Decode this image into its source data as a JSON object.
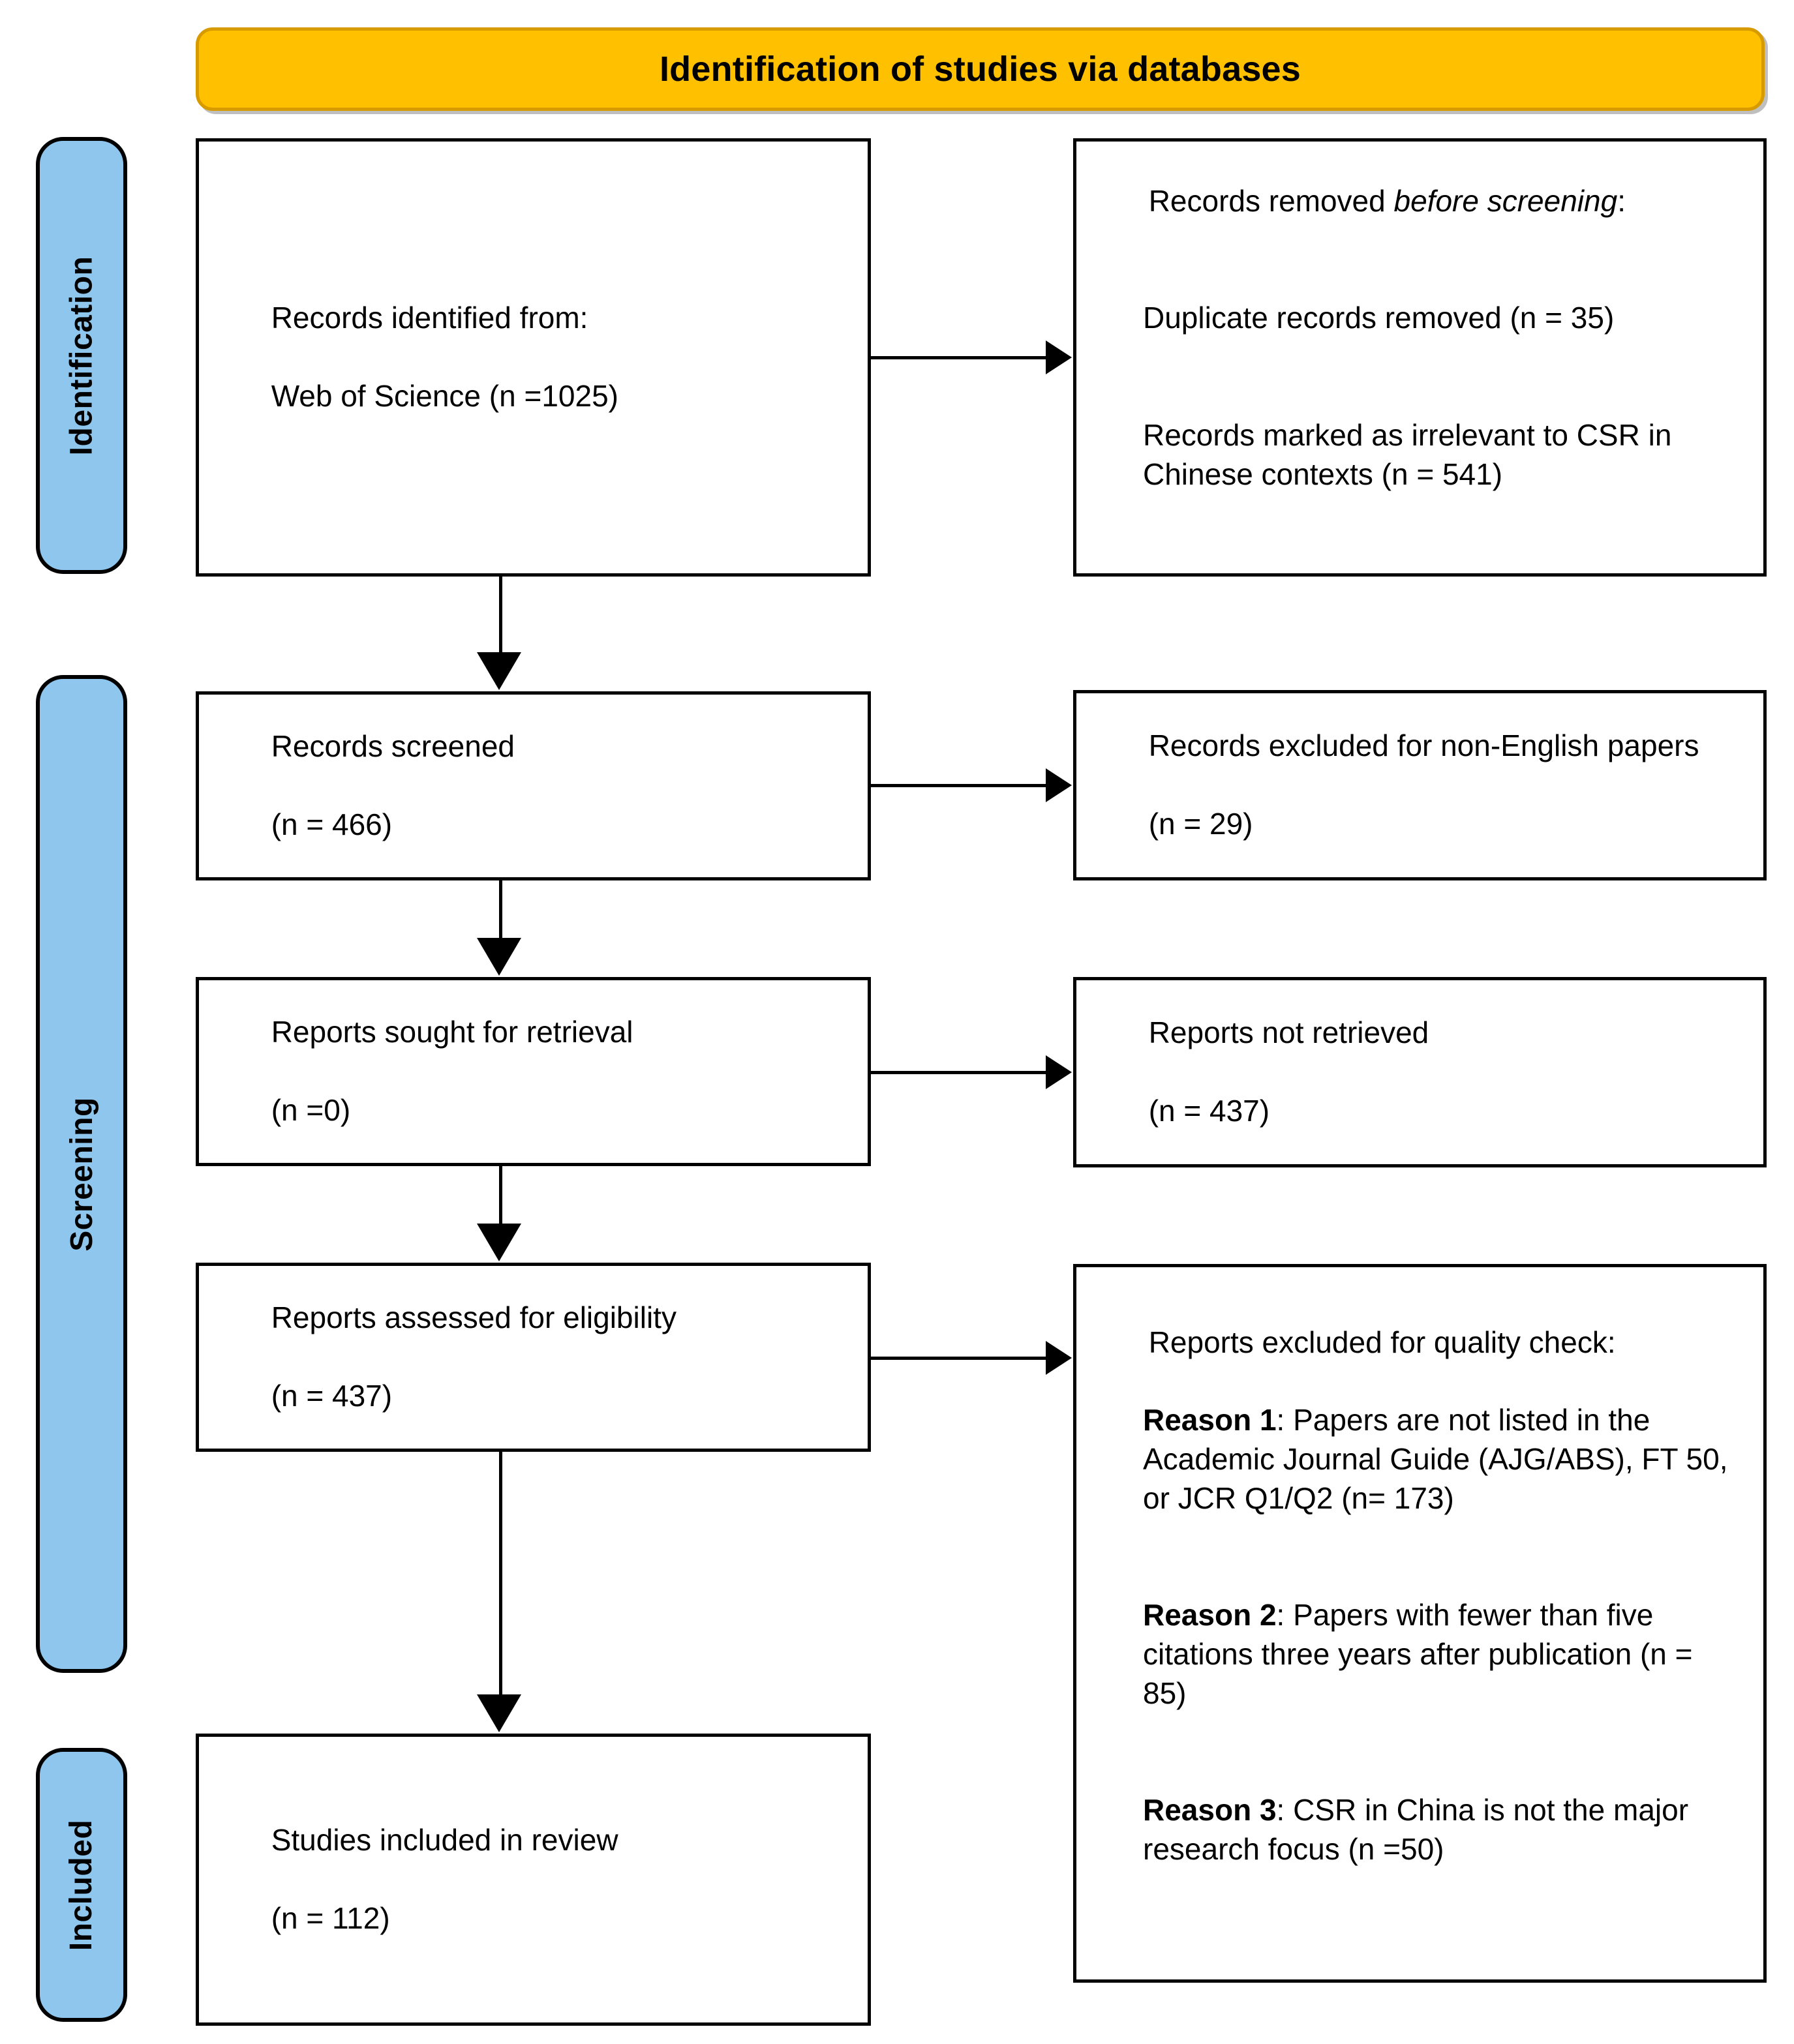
{
  "banner": {
    "title": "Identification of studies via databases",
    "background_color": "#FFC000",
    "border_color": "#D79B00"
  },
  "stages": {
    "color": "#8FC6EE",
    "identification": "Identification",
    "screening": "Screening",
    "included": "Included"
  },
  "boxes": {
    "identified": {
      "line1": "Records identified from:",
      "line2": "Web of Science (n =1025)"
    },
    "removed": {
      "lead_plain": "Records removed ",
      "lead_italic": "before screening",
      "lead_colon": ":",
      "item1": "Duplicate records removed (n = 35)",
      "item2": "Records marked as irrelevant to CSR in Chinese contexts (n = 541)"
    },
    "screened": {
      "line1": "Records screened",
      "line2": "(n = 466)"
    },
    "excluded_non_english": {
      "line1": "Records excluded for non-English papers",
      "line2": "(n = 29)"
    },
    "sought": {
      "line1": "Reports sought for retrieval",
      "line2": "(n =0)"
    },
    "not_retrieved": {
      "line1": "Reports not retrieved",
      "line2": "(n = 437)"
    },
    "assessed": {
      "line1": "Reports assessed for eligibility",
      "line2": "(n = 437)"
    },
    "quality_excluded": {
      "heading": "Reports excluded for quality check:",
      "reason1_label": "Reason 1",
      "reason1_text": ": Papers are not listed in the Academic Journal Guide (AJG/ABS), FT 50, or JCR Q1/Q2 (n= 173)",
      "reason2_label": "Reason 2",
      "reason2_text": ": Papers with fewer than five citations three years after publication (n = 85)",
      "reason3_label": "Reason 3",
      "reason3_text": ": CSR in China is not the major research focus (n =50)"
    },
    "included": {
      "line1": "Studies included in review",
      "line2": "(n = 112)"
    }
  },
  "chart_data": {
    "type": "diagram",
    "diagram_type": "PRISMA flow diagram",
    "title": "Identification of studies via databases",
    "stages": [
      "Identification",
      "Screening",
      "Included"
    ],
    "nodes": [
      {
        "id": "identified",
        "stage": "Identification",
        "label": "Records identified from: Web of Science",
        "n": 1025
      },
      {
        "id": "removed",
        "stage": "Identification",
        "label": "Records removed before screening",
        "items": [
          {
            "label": "Duplicate records removed",
            "n": 35
          },
          {
            "label": "Records marked as irrelevant to CSR in Chinese contexts",
            "n": 541
          }
        ]
      },
      {
        "id": "screened",
        "stage": "Screening",
        "label": "Records screened",
        "n": 466
      },
      {
        "id": "excluded_non_english",
        "stage": "Screening",
        "label": "Records excluded for non-English papers",
        "n": 29
      },
      {
        "id": "sought",
        "stage": "Screening",
        "label": "Reports sought for retrieval",
        "n": 0
      },
      {
        "id": "not_retrieved",
        "stage": "Screening",
        "label": "Reports not retrieved",
        "n": 437
      },
      {
        "id": "assessed",
        "stage": "Screening",
        "label": "Reports assessed for eligibility",
        "n": 437
      },
      {
        "id": "quality_excluded",
        "stage": "Screening",
        "label": "Reports excluded for quality check",
        "items": [
          {
            "label": "Reason 1: Papers are not listed in the Academic Journal Guide (AJG/ABS), FT 50, or JCR Q1/Q2",
            "n": 173
          },
          {
            "label": "Reason 2: Papers with fewer than five citations three years after publication",
            "n": 85
          },
          {
            "label": "Reason 3: CSR in China is not the major research focus",
            "n": 50
          }
        ]
      },
      {
        "id": "included",
        "stage": "Included",
        "label": "Studies included in review",
        "n": 112
      }
    ],
    "edges": [
      {
        "from": "identified",
        "to": "removed",
        "direction": "right"
      },
      {
        "from": "identified",
        "to": "screened",
        "direction": "down"
      },
      {
        "from": "screened",
        "to": "excluded_non_english",
        "direction": "right"
      },
      {
        "from": "screened",
        "to": "sought",
        "direction": "down"
      },
      {
        "from": "sought",
        "to": "not_retrieved",
        "direction": "right"
      },
      {
        "from": "sought",
        "to": "assessed",
        "direction": "down"
      },
      {
        "from": "assessed",
        "to": "quality_excluded",
        "direction": "right"
      },
      {
        "from": "assessed",
        "to": "included",
        "direction": "down"
      }
    ]
  }
}
